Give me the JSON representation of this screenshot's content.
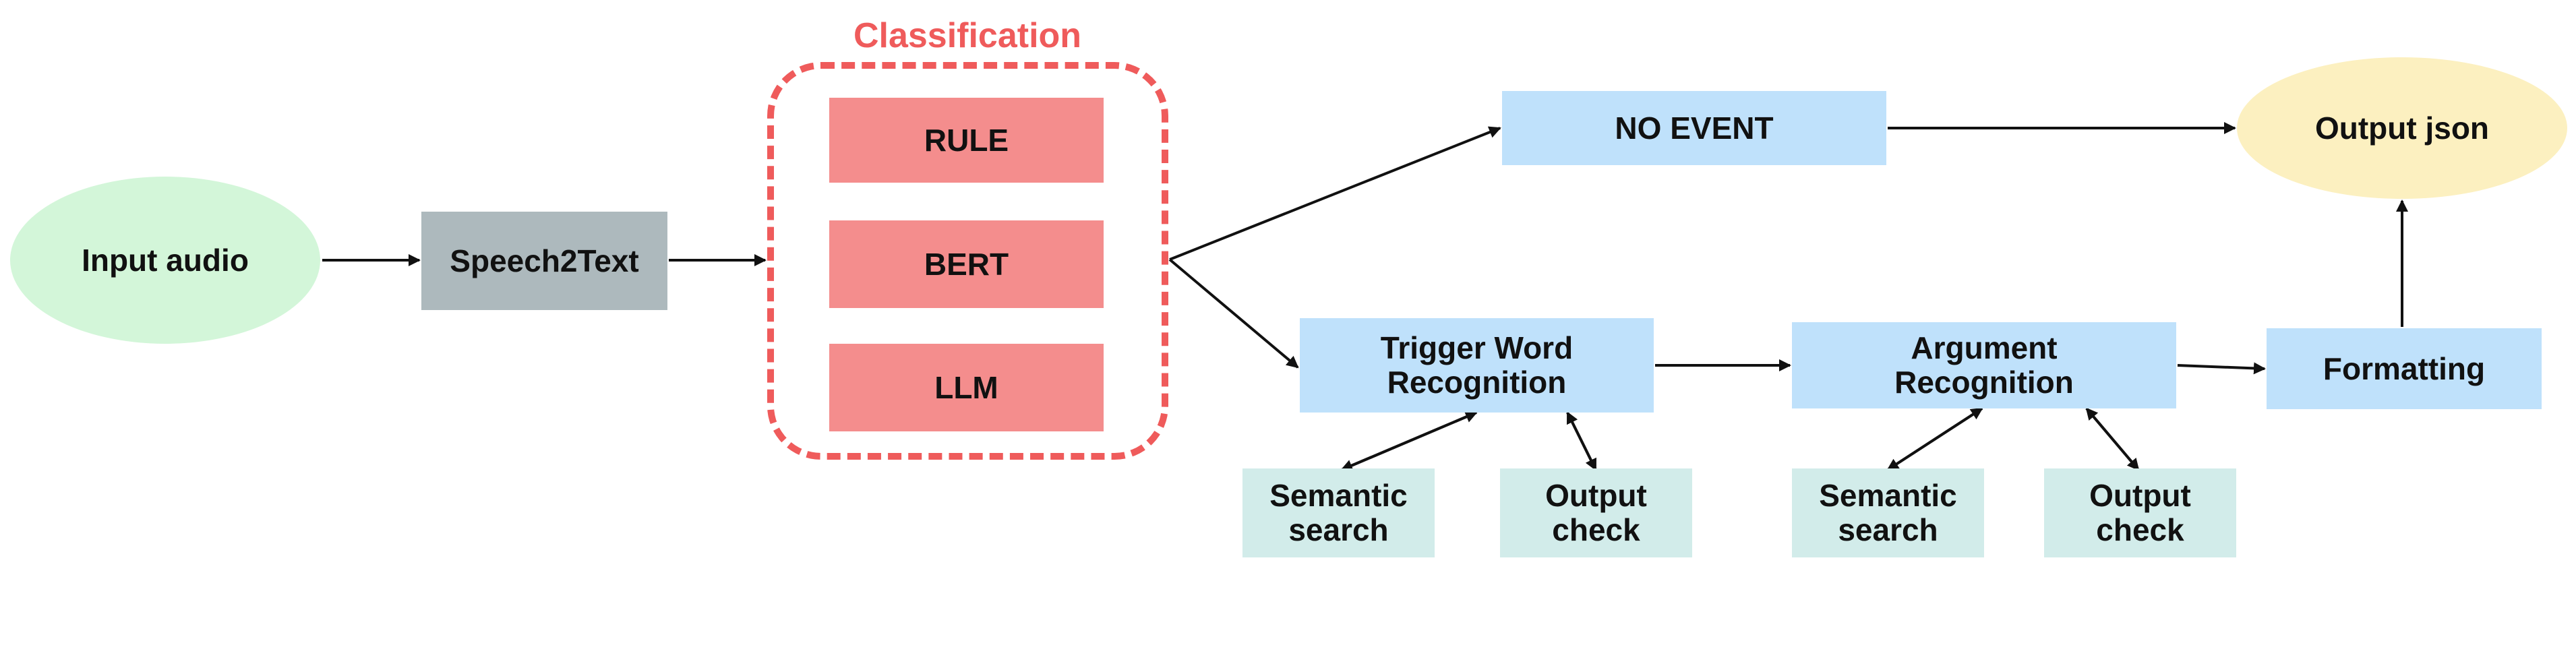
{
  "diagram": {
    "input_audio": "Input audio",
    "speech2text": "Speech2Text",
    "classification": {
      "title": "Classification",
      "rule": "RULE",
      "bert": "BERT",
      "llm": "LLM"
    },
    "no_event": "NO EVENT",
    "output_json": "Output json",
    "trigger_word_recognition": {
      "line1": "Trigger Word",
      "line2": "Recognition"
    },
    "argument_recognition": {
      "line1": "Argument",
      "line2": "Recognition"
    },
    "formatting": "Formatting",
    "trigger_semantic_search": {
      "line1": "Semantic",
      "line2": "search"
    },
    "trigger_output_check": {
      "line1": "Output",
      "line2": "check"
    },
    "argument_semantic_search": {
      "line1": "Semantic",
      "line2": "search"
    },
    "argument_output_check": {
      "line1": "Output",
      "line2": "check"
    }
  },
  "colors": {
    "input_audio_fill": "#d3f6d9",
    "speech2text_fill": "#adb9bd",
    "classification_accent": "#ef5b5b",
    "classifier_fill": "#f48d8d",
    "process_fill": "#bfe1fb",
    "helper_fill": "#d2ecea",
    "output_fill": "#fcf0c0",
    "arrow": "#111111"
  }
}
